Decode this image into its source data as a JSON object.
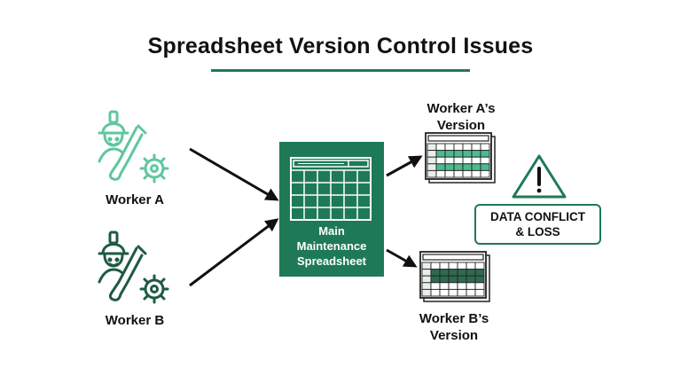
{
  "title": "Spreadsheet Version Control Issues",
  "workers": [
    {
      "label": "Worker A",
      "icon": "worker-with-tools-icon",
      "color": "#5fc79d"
    },
    {
      "label": "Worker B",
      "icon": "worker-with-tools-icon",
      "color": "#1e5a42"
    }
  ],
  "main_spreadsheet": {
    "label": "Main\nMaintenance\nSpreadsheet",
    "color": "#1e7a56"
  },
  "versions": [
    {
      "label": "Worker A’s\nVersion",
      "icon": "spreadsheet-icon",
      "highlight": "#4dbb8e"
    },
    {
      "label": "Worker B’s\nVersion",
      "icon": "spreadsheet-icon",
      "highlight": "#2e6a4e"
    }
  ],
  "conflict": {
    "label": "DATA CONFLICT\n& LOSS",
    "icon": "warning-icon"
  },
  "colors": {
    "accent": "#1e7a56",
    "text": "#111111"
  }
}
